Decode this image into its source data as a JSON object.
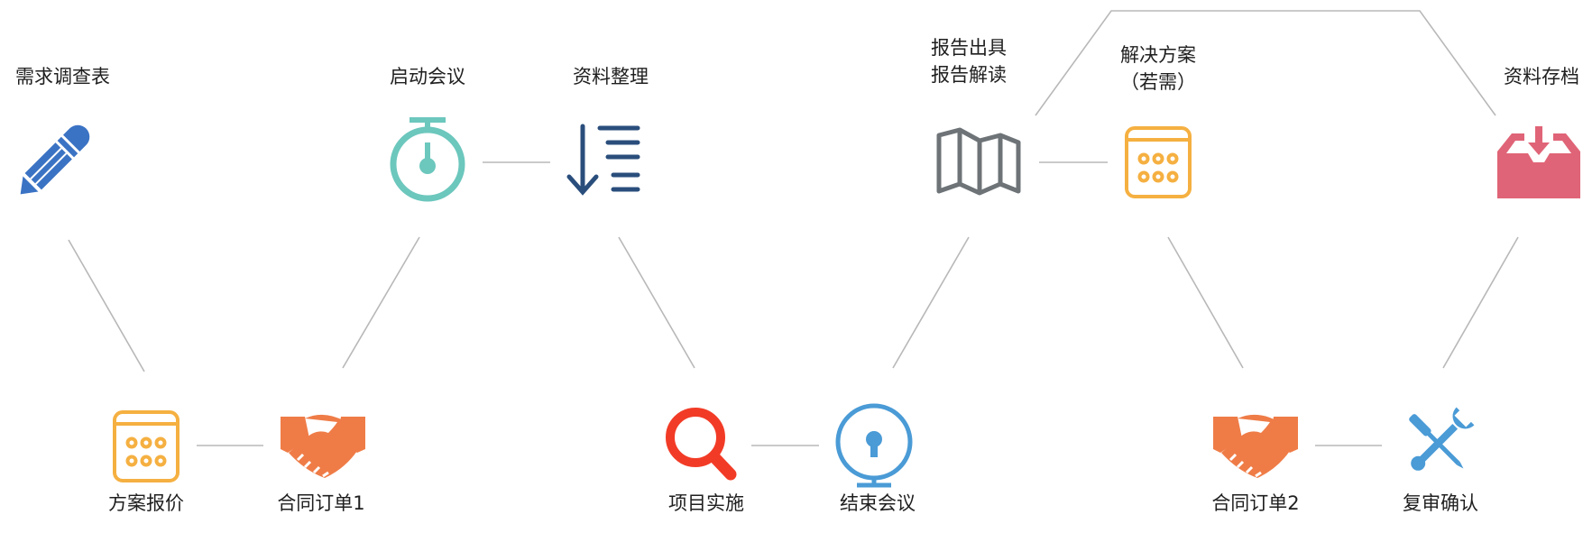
{
  "steps": {
    "s1": {
      "label": "需求调查表",
      "icon": "pencil-icon"
    },
    "s2": {
      "label": "方案报价",
      "icon": "calendar-icon"
    },
    "s3": {
      "label": "合同订单1",
      "icon": "handshake-icon"
    },
    "s4": {
      "label": "启动会议",
      "icon": "stopwatch-icon"
    },
    "s5": {
      "label": "资料整理",
      "icon": "sort-list-icon"
    },
    "s6": {
      "label": "项目实施",
      "icon": "search-icon"
    },
    "s7": {
      "label": "结束会议",
      "icon": "balloon-icon"
    },
    "s8": {
      "label_line1": "报告出具",
      "label_line2": "报告解读",
      "icon": "map-icon"
    },
    "s9": {
      "label_line1": "解决方案",
      "label_line2": "（若需）",
      "icon": "calendar-icon"
    },
    "s10": {
      "label": "合同订单2",
      "icon": "handshake-icon"
    },
    "s11": {
      "label": "复审确认",
      "icon": "tools-icon"
    },
    "s12": {
      "label": "资料存档",
      "icon": "inbox-download-icon"
    }
  },
  "colors": {
    "blue": "#3b73c4",
    "orange": "#f5b041",
    "coral": "#ef7c47",
    "teal": "#6cc7bd",
    "navy": "#2a4e7c",
    "red": "#f23b26",
    "lightblue": "#4a9bd6",
    "gray": "#6d7377",
    "pink": "#e06477",
    "connector": "#b8b8b8"
  }
}
